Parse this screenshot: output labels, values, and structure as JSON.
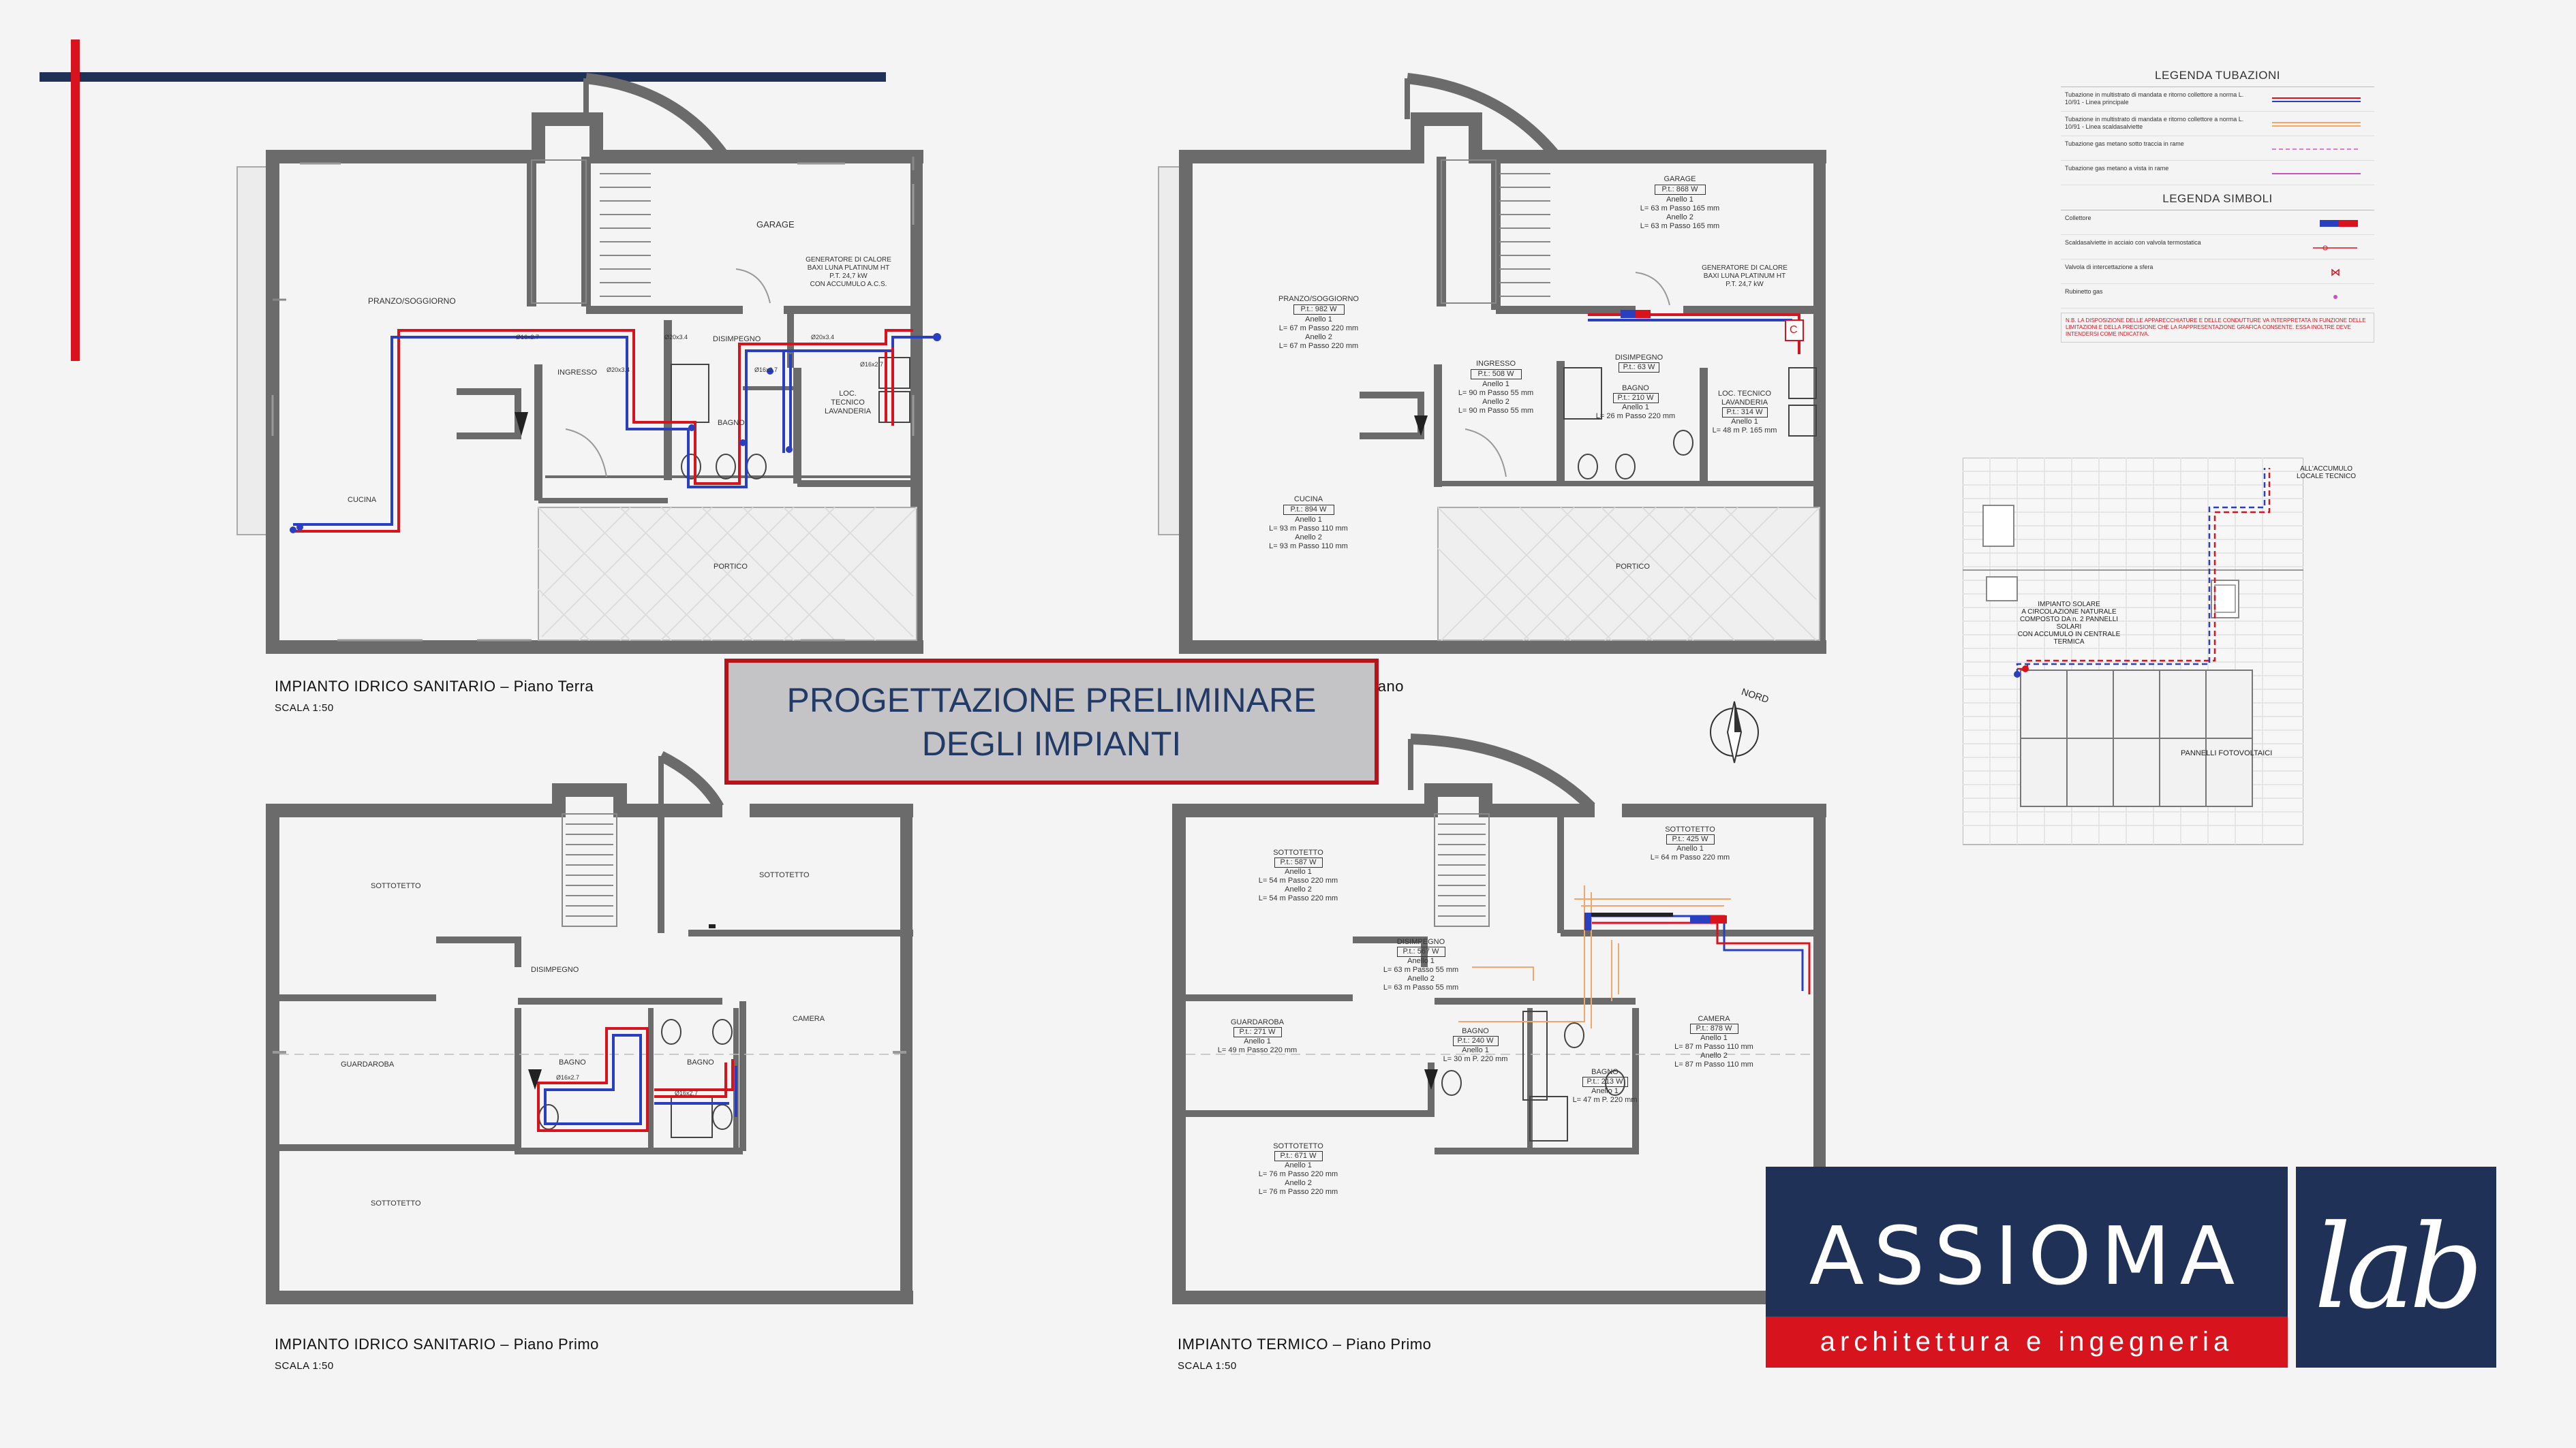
{
  "title": {
    "line1": "PROGETTAZIONE PRELIMINARE",
    "line2": "DEGLI IMPIANTI"
  },
  "plans": {
    "tl": {
      "caption": "IMPIANTO IDRICO SANITARIO – Piano Terra",
      "scale": "SCALA 1:50",
      "rooms": {
        "garage": "GARAGE",
        "generator": [
          "GENERATORE DI CALORE",
          "BAXI LUNA PLATINUM HT",
          "P.T. 24,7 kW",
          "CON ACCUMULO A.C.S."
        ],
        "pranzo": "PRANZO/SOGGIORNO",
        "disimpegno": "DISIMPEGNO",
        "ingresso": "INGRESSO",
        "bagno": "BAGNO",
        "loc_tecnico": [
          "LOC. TECNICO",
          "LAVANDERIA"
        ],
        "cucina": "CUCINA",
        "portico": "PORTICO"
      },
      "pipe_labels": [
        "Ø16x2.7",
        "Ø20x3.4",
        "Ø20x3.4",
        "Ø20x3.4",
        "Ø16x2.7",
        "Ø16x2.7"
      ]
    },
    "tr": {
      "caption": "IMPIANTO TERMICO – Piano Terra",
      "rooms": {
        "garage": "GARAGE",
        "garage_pt": "P.t.: 868 W",
        "garage_rings": [
          "Anello 1",
          "L= 63 m Passo 165 mm",
          "Anello 2",
          "L= 63 m Passo 165 mm"
        ],
        "generator": [
          "GENERATORE DI CALORE",
          "BAXI LUNA PLATINUM HT",
          "P.T. 24,7 kW"
        ],
        "pranzo": "PRANZO/SOGGIORNO",
        "pranzo_pt": "P.t.: 982 W",
        "pranzo_rings": [
          "Anello 1",
          "L= 67 m Passo 220 mm",
          "Anello 2",
          "L= 67 m Passo 220 mm"
        ],
        "ingresso": "INGRESSO",
        "ingresso_pt": "P.t.: 508 W",
        "ingresso_rings": [
          "Anello 1",
          "L= 90 m Passo 55 mm",
          "Anello 2",
          "L= 90 m Passo 55 mm"
        ],
        "disimpegno": "DISIMPEGNO",
        "disimpegno_pt": "P.t.: 63 W",
        "bagno": "BAGNO",
        "bagno_pt": "P.t.: 210 W",
        "bagno_rings": [
          "Anello 1",
          "L= 26 m Passo 220 mm"
        ],
        "loc_tecnico": [
          "LOC. TECNICO",
          "LAVANDERIA"
        ],
        "loc_pt": "P.t.: 314 W",
        "loc_rings": [
          "Anello 1",
          "L= 48 m P. 165 mm"
        ],
        "cucina": "CUCINA",
        "cucina_pt": "P.t.: 894 W",
        "cucina_rings": [
          "Anello 1",
          "L= 93 m Passo 110 mm",
          "Anello 2",
          "L= 93 m Passo 110 mm"
        ],
        "portico": "PORTICO",
        "c_mark": "C"
      }
    },
    "bl": {
      "caption": "IMPIANTO IDRICO SANITARIO – Piano Primo",
      "scale": "SCALA 1:50",
      "rooms": {
        "sottotetto_a": "SOTTOTETTO",
        "sottotetto_b": "SOTTOTETTO",
        "disimpegno": "DISIMPEGNO",
        "guardaroba": "GUARDAROBA",
        "bagno_a": "BAGNO",
        "bagno_b": "BAGNO",
        "camera": "CAMERA",
        "sottotetto_c": "SOTTOTETTO"
      },
      "pipe_labels": [
        "Ø16x2.7",
        "Ø16x2.7"
      ]
    },
    "br": {
      "caption": "IMPIANTO TERMICO – Piano Primo",
      "scale": "SCALA 1:50",
      "rooms": {
        "sott_a": "SOTTOTETTO",
        "sott_a_pt": "P.t.: 587 W",
        "sott_a_rings": [
          "Anello 1",
          "L= 54 m Passo 220 mm",
          "Anello 2",
          "L= 54 m Passo 220 mm"
        ],
        "sott_b": "SOTTOTETTO",
        "sott_b_pt": "P.t.: 425 W",
        "sott_b_rings": [
          "Anello 1",
          "L= 64 m Passo 220 mm"
        ],
        "disimpegno": "DISIMPEGNO",
        "disimpegno_pt": "P.t.: 567 W",
        "disimpegno_rings": [
          "Anello 1",
          "L= 63 m Passo 55 mm",
          "Anello 2",
          "L= 63 m Passo 55 mm"
        ],
        "guardaroba": "GUARDAROBA",
        "guardaroba_pt": "P.t.: 271 W",
        "guardaroba_rings": [
          "Anello 1",
          "L= 49 m Passo 220 mm"
        ],
        "bagno_a": "BAGNO",
        "bagno_a_pt": "P.t.: 240 W",
        "bagno_a_rings": [
          "Anello 1",
          "L= 30 m P. 220 mm"
        ],
        "bagno_b": "BAGNO",
        "bagno_b_pt": "P.t.: 213 W",
        "bagno_b_rings": [
          "Anello 1",
          "L= 47 m P. 220 mm"
        ],
        "camera": "CAMERA",
        "camera_pt": "P.t.: 878 W",
        "camera_rings": [
          "Anello 1",
          "L= 87 m Passo 110 mm",
          "Anello 2",
          "L= 87 m Passo 110 mm"
        ],
        "sott_c": "SOTTOTETTO",
        "sott_c_pt": "P.t.: 671 W",
        "sott_c_rings": [
          "Anello 1",
          "L= 76 m Passo 220 mm",
          "Anello 2",
          "L= 76 m Passo 220 mm"
        ]
      }
    }
  },
  "north": "NORD",
  "roof": {
    "accumulo": [
      "ALL'ACCUMULO",
      "LOCALE TECNICO"
    ],
    "solar": [
      "IMPIANTO SOLARE",
      "A CIRCOLAZIONE NATURALE",
      "COMPOSTO DA n. 2 PANNELLI SOLARI",
      "CON ACCUMULO IN CENTRALE TERMICA"
    ],
    "pv": "PANNELLI FOTOVOLTAICI"
  },
  "legend": {
    "pipes_title": "LEGENDA TUBAZIONI",
    "pipes": [
      "Tubazione in multistrato di mandata e ritorno collettore a norma L. 10/91 - Linea principale",
      "Tubazione in multistrato di mandata e ritorno collettore a norma L. 10/91 - Linea scaldasalviette",
      "Tubazione gas metano sotto traccia in rame",
      "Tubazione gas metano a vista in rame"
    ],
    "symbols_title": "LEGENDA SIMBOLI",
    "symbols": [
      "Collettore",
      "Scaldasalviette in acciaio con valvola termostatica",
      "Valvola di intercettazione a sfera",
      "Rubinetto gas"
    ],
    "note": "N.B. LA DISPOSIZIONE DELLE APPARECCHIATURE E DELLE CONDUTTURE VA INTERPRETATA IN FUNZIONE DELLE LIMITAZIONI E DELLA PRECISIONE CHE LA RAPPRESENTAZIONE GRAFICA CONSENTE. ESSA INOLTRE DEVE INTENDERSI COME INDICATIVA."
  },
  "logo": {
    "word": "ASSIOMA",
    "sub": "architettura e ingegneria",
    "lab": "lab"
  },
  "colors": {
    "wall": "#6b6b6b",
    "pipe_red": "#d7141e",
    "pipe_blue": "#2a3fbf",
    "pipe_orange": "#f0a86a",
    "brand_blue": "#1f3157",
    "brand_red": "#d7141e"
  }
}
